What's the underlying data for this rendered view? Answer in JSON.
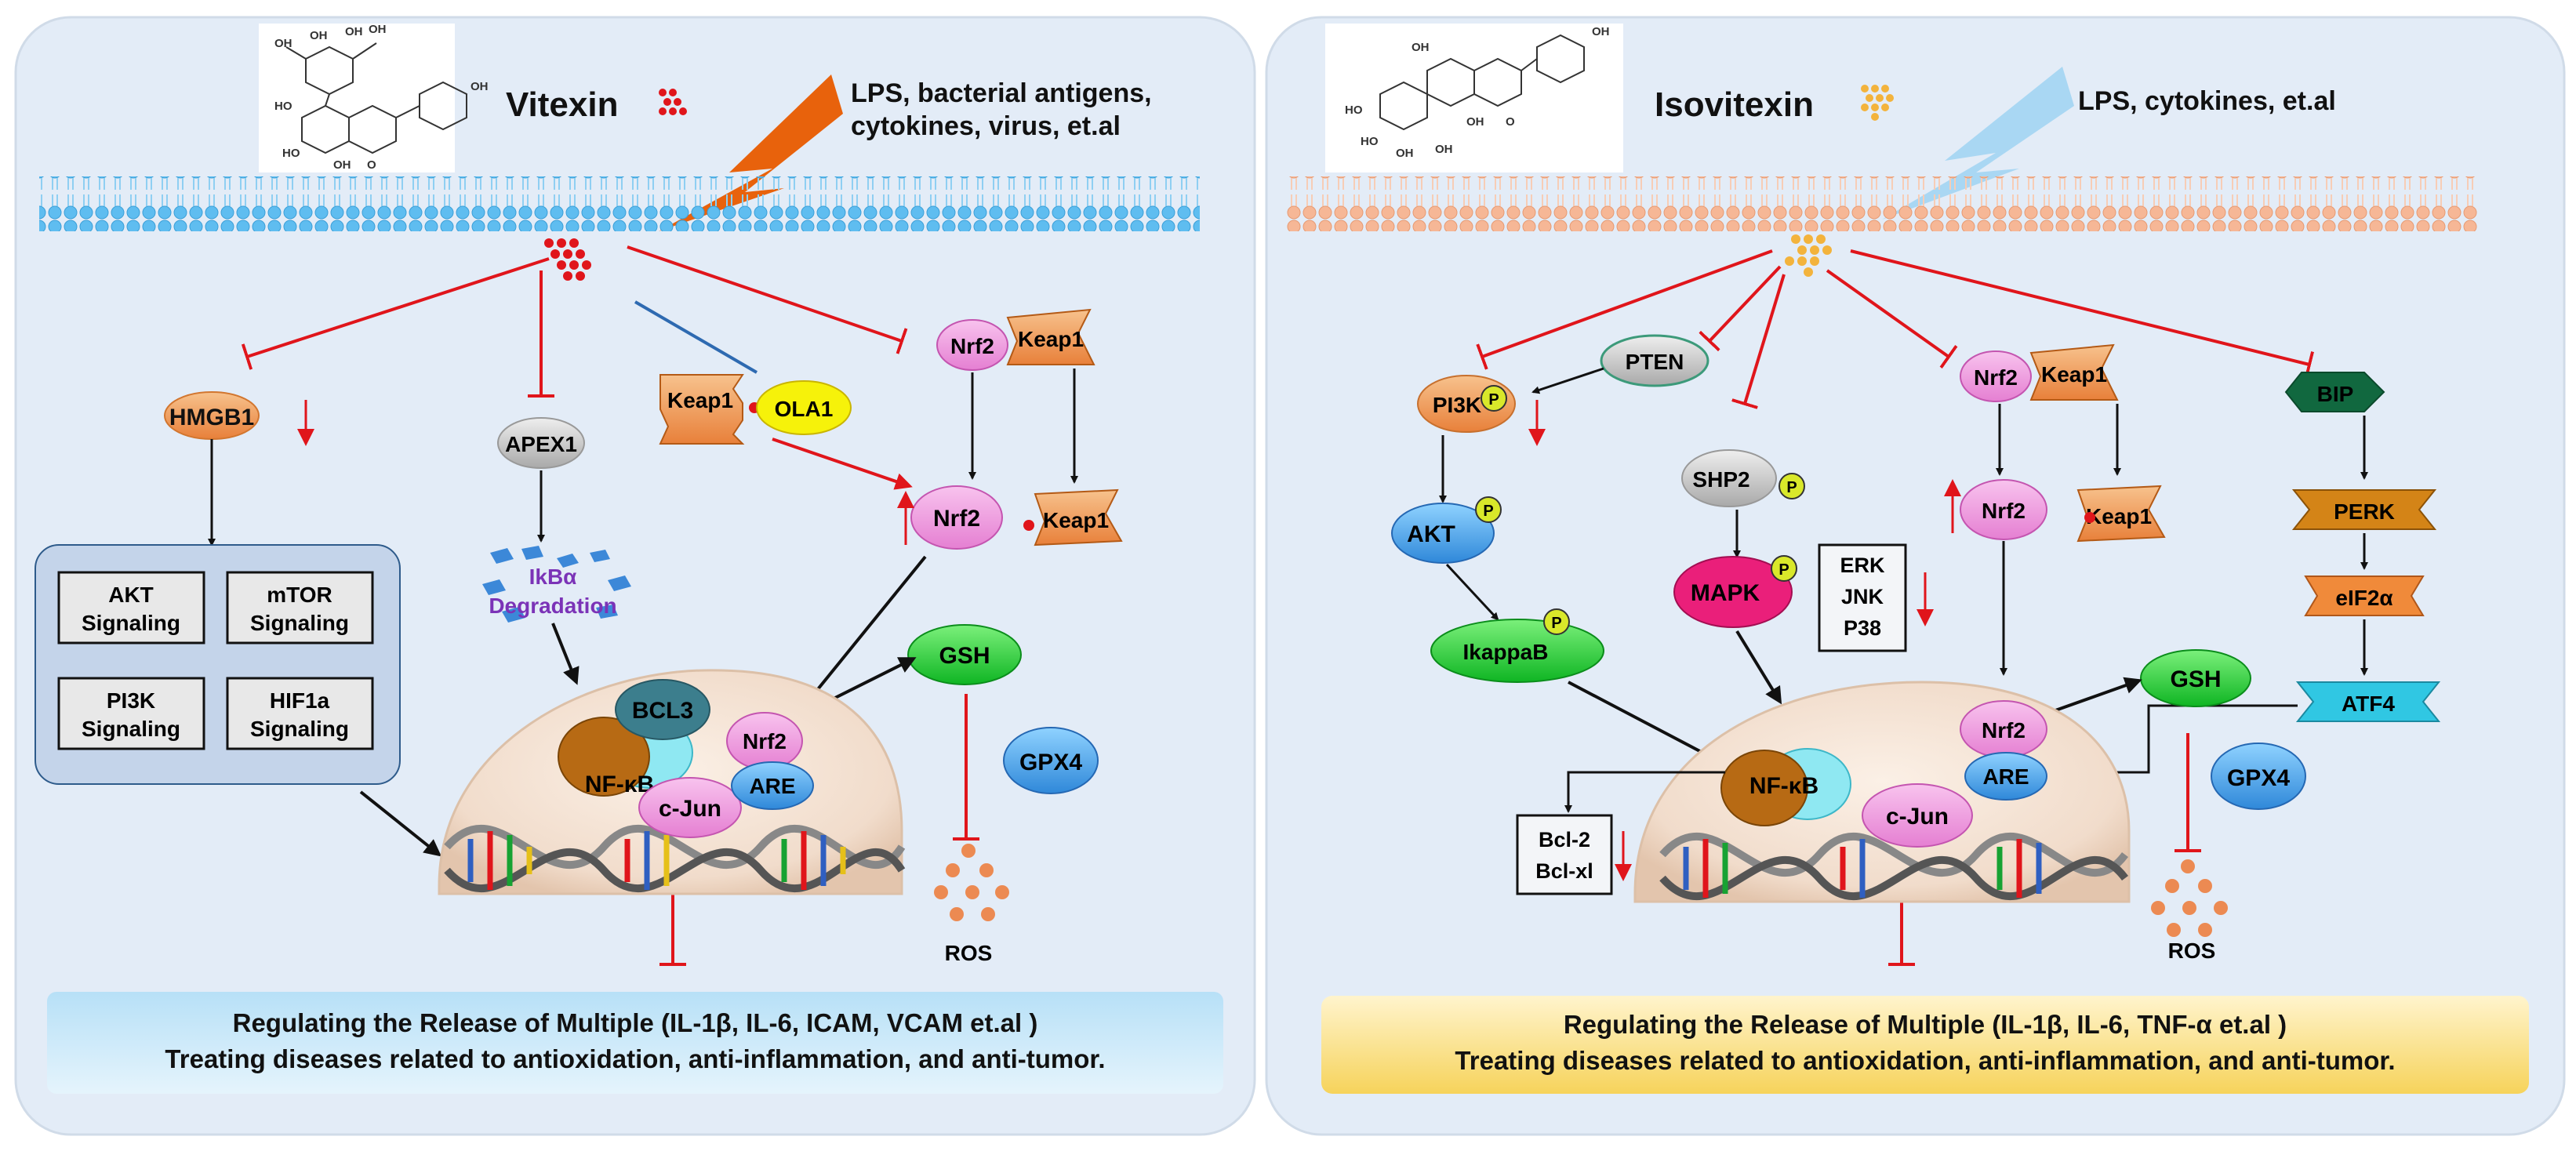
{
  "left_panel": {
    "title": "Vitexin",
    "stimulus": [
      "LPS, bacterial antigens,",
      "cytokines, virus, et.al"
    ],
    "nodes": {
      "hmgb1": "HMGB1",
      "apex1": "APEX1",
      "keap1_ola": "Keap1",
      "ola1": "OLA1",
      "nrf2_top": "Nrf2",
      "keap1_top": "Keap1",
      "nrf2_mid": "Nrf2",
      "keap1_free": "Keap1",
      "ikba": [
        "IkBα",
        "Degradation"
      ],
      "gsh": "GSH",
      "gpx4": "GPX4",
      "nfkb": "NF-κB",
      "bcl3": "BCL3",
      "nrf2_nuc": "Nrf2",
      "are": "ARE",
      "cjun": "c-Jun",
      "ros": "ROS"
    },
    "signaling": [
      [
        "AKT",
        "Signaling"
      ],
      [
        "mTOR",
        "Signaling"
      ],
      [
        "PI3K",
        "Signaling"
      ],
      [
        "HIF1a",
        "Signaling"
      ]
    ],
    "footer": [
      "Regulating the Release of Multiple (IL-1β, IL-6, ICAM, VCAM et.al )",
      "Treating diseases related to antioxidation, anti-inflammation, and anti-tumor."
    ]
  },
  "right_panel": {
    "title": "Isovitexin",
    "stimulus": [
      "LPS, cytokines, et.al"
    ],
    "nodes": {
      "pten": "PTEN",
      "pi3k": "PI3K",
      "akt": "AKT",
      "ikappab": "IkappaB",
      "shp2": "SHP2",
      "mapk": "MAPK",
      "p_label": "P",
      "nrf2_top": "Nrf2",
      "keap1_top": "Keap1",
      "nrf2_mid": "Nrf2",
      "keap1_free": "Keap1",
      "bip": "BIP",
      "perk": "PERK",
      "eif2a": "eIF2α",
      "atf4": "ATF4",
      "gsh": "GSH",
      "gpx4": "GPX4",
      "nfkb": "NF-κB",
      "cjun": "c-Jun",
      "nrf2_nuc": "Nrf2",
      "are": "ARE",
      "ros": "ROS"
    },
    "kinases": [
      "ERK",
      "JNK",
      "P38"
    ],
    "bcl": [
      "Bcl-2",
      "Bcl-xl"
    ],
    "footer": [
      "Regulating the Release of Multiple (IL-1β, IL-6, TNF-α et.al )",
      "Treating diseases related to antioxidation, anti-inflammation, and anti-tumor."
    ]
  },
  "molecule_labels": [
    "OH",
    "HO",
    "O"
  ],
  "colors": {
    "panel_bg": "#e3ecf7",
    "inhibit": "#e0151b",
    "activate": "#111111",
    "left_membrane": "#5fbdf0",
    "right_membrane": "#f6b796",
    "left_footer": "#cfe9f8",
    "right_footer": "#f8de7c",
    "nrf2": "#f29be0",
    "keap1": "#f0a23a"
  }
}
